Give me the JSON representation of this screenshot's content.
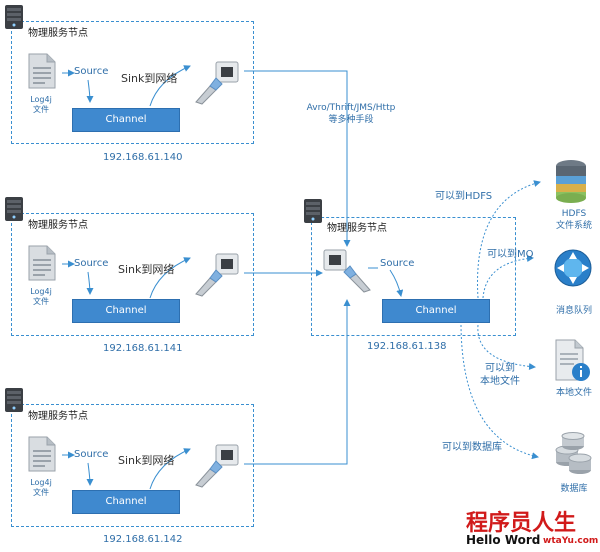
{
  "nodes": [
    {
      "title": "物理服务节点",
      "log_label": "Log4j",
      "log_sublabel": "文件",
      "source": "Source",
      "sink": "Sink到网络",
      "channel": "Channel",
      "ip": "192.168.61.140"
    },
    {
      "title": "物理服务节点",
      "log_label": "Log4j",
      "log_sublabel": "文件",
      "source": "Source",
      "sink": "Sink到网络",
      "channel": "Channel",
      "ip": "192.168.61.141"
    },
    {
      "title": "物理服务节点",
      "log_label": "Log4j",
      "log_sublabel": "文件",
      "source": "Source",
      "sink": "Sink到网络",
      "channel": "Channel",
      "ip": "192.168.61.142"
    }
  ],
  "collector": {
    "title": "物理服务节点",
    "source": "Source",
    "channel": "Channel",
    "ip": "192.168.61.138"
  },
  "transport": {
    "line1": "Avro/Thrift/JMS/Http",
    "line2": "等多种手段"
  },
  "targets": {
    "hdfs": {
      "edge": "可以到HDFS",
      "name1": "HDFS",
      "name2": "文件系统"
    },
    "mq": {
      "edge": "可以到MQ",
      "name": "消息队列"
    },
    "file": {
      "edge1": "可以到",
      "edge2": "本地文件",
      "name": "本地文件"
    },
    "db": {
      "edge": "可以到数据库",
      "name": "数据库"
    }
  },
  "watermark": {
    "cn": "程序员人生",
    "en": "Hello Word",
    "domain": "wtaYu.com"
  }
}
